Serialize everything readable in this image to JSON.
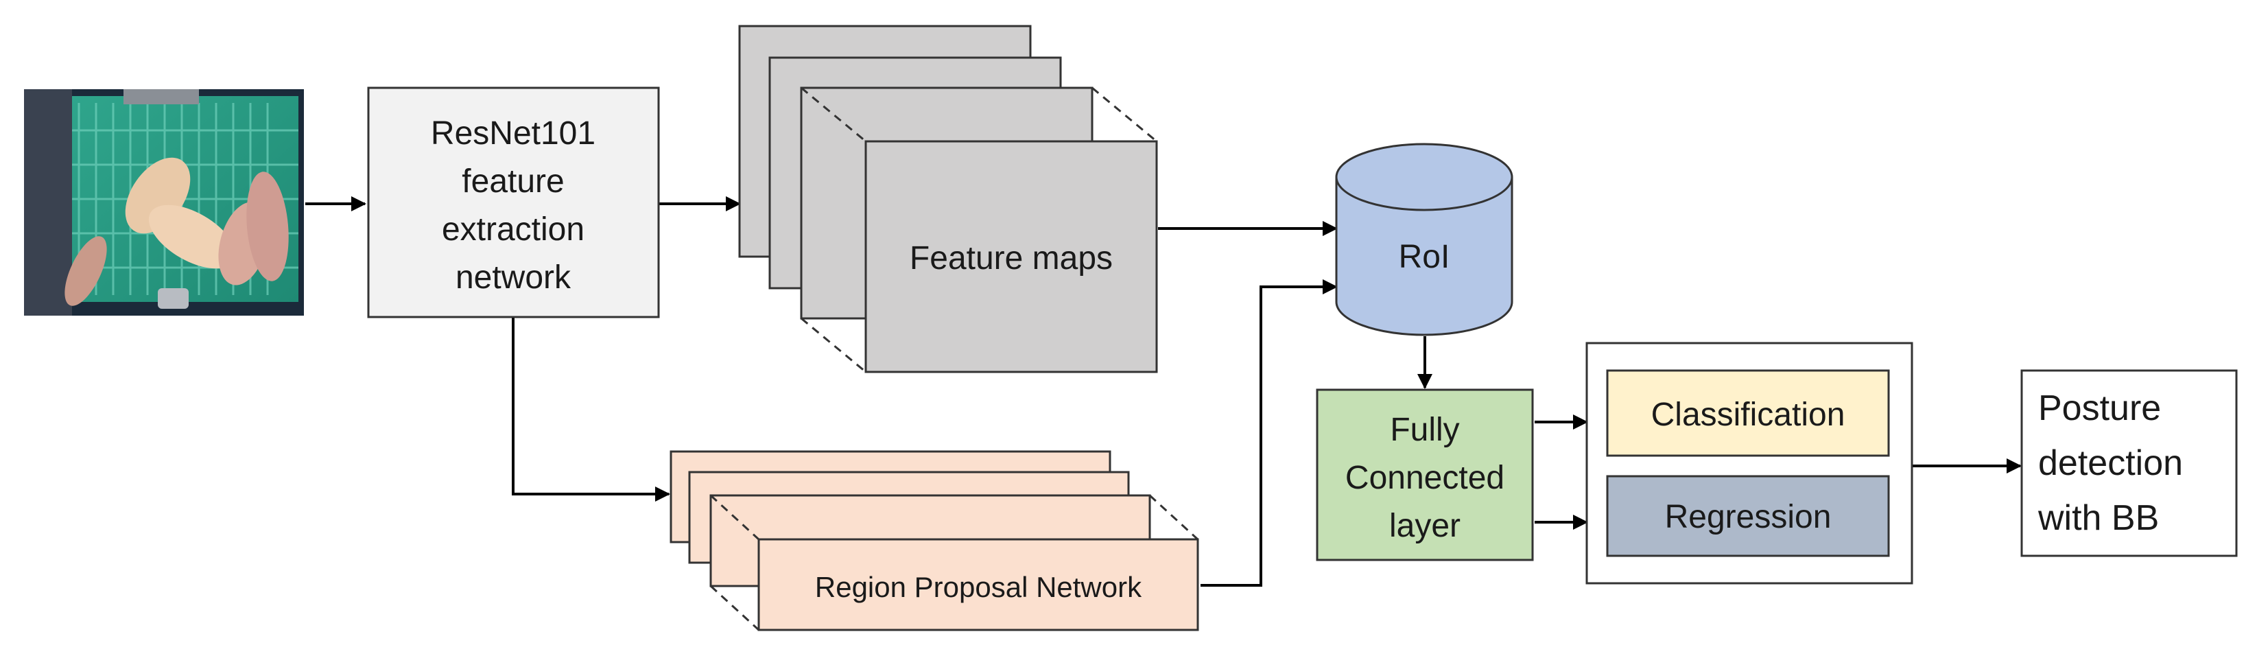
{
  "nodes": {
    "input_image": {
      "alt": "pigs in pen"
    },
    "resnet": {
      "lines": [
        "ResNet101",
        "feature",
        "extraction",
        "network"
      ]
    },
    "feature_maps": {
      "label": "Feature maps"
    },
    "rpn": {
      "label": "Region Proposal Network"
    },
    "roi": {
      "label": "RoI"
    },
    "fc": {
      "lines": [
        "Fully",
        "Connected",
        "layer"
      ]
    },
    "classification": {
      "label": "Classification"
    },
    "regression": {
      "label": "Regression"
    },
    "output": {
      "lines": [
        "Posture",
        "detection",
        "with BB"
      ]
    }
  },
  "colors": {
    "resnet_fill": "#f2f2f2",
    "feature_fill": "#d0cfcf",
    "rpn_fill": "#fbe0cf",
    "roi_fill": "#b4c7e7",
    "fc_fill": "#c5e0b4",
    "classification_fill": "#fff2cc",
    "regression_fill": "#adb9ca",
    "stroke": "#333333"
  }
}
